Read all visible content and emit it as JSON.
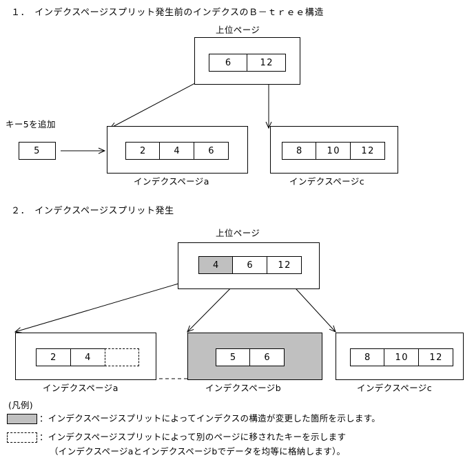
{
  "document": {
    "language": "ja",
    "colors": {
      "shade_gray": "#c0c0c0",
      "line_black": "#000000",
      "background": "#ffffff"
    }
  },
  "section1": {
    "heading": "１．　インデクスページスプリット発生前のインデクスのＢ－ｔｒｅｅ構造",
    "upper_page_label": "上位ページ",
    "upper_page_cells": [
      "6",
      "12"
    ],
    "add_key_label": "キー5を追加",
    "add_key_value": "5",
    "page_a": {
      "caption": "インデクスページa",
      "cells": [
        "2",
        "4",
        "6"
      ]
    },
    "page_c": {
      "caption": "インデクスページc",
      "cells": [
        "8",
        "10",
        "12"
      ]
    }
  },
  "section2": {
    "heading": "２．　インデクスページスプリット発生",
    "upper_page_label": "上位ページ",
    "upper_page_cells": [
      {
        "value": "4",
        "shaded": true
      },
      {
        "value": "6",
        "shaded": false
      },
      {
        "value": "12",
        "shaded": false
      }
    ],
    "page_a": {
      "caption": "インデクスページa",
      "solid_cells": [
        "2",
        "4"
      ],
      "dashed_cells": [
        "",
        ""
      ]
    },
    "page_b": {
      "caption": "インデクスページb",
      "shaded": true,
      "cells": [
        "5",
        "6"
      ]
    },
    "page_c": {
      "caption": "インデクスページc",
      "cells": [
        "8",
        "10",
        "12"
      ]
    }
  },
  "legend": {
    "title": "(凡例)",
    "items": [
      {
        "marker": "gray-swatch",
        "text": "：インデクスページスプリットによってインデクスの構造が変更した箇所を示します。"
      },
      {
        "marker": "dashed-box",
        "text": "：インデクスページスプリットによって別のページに移されたキーを示します",
        "sub_text": "（インデクスページaとインデクスページbでデータを均等に格納します）。"
      }
    ]
  }
}
